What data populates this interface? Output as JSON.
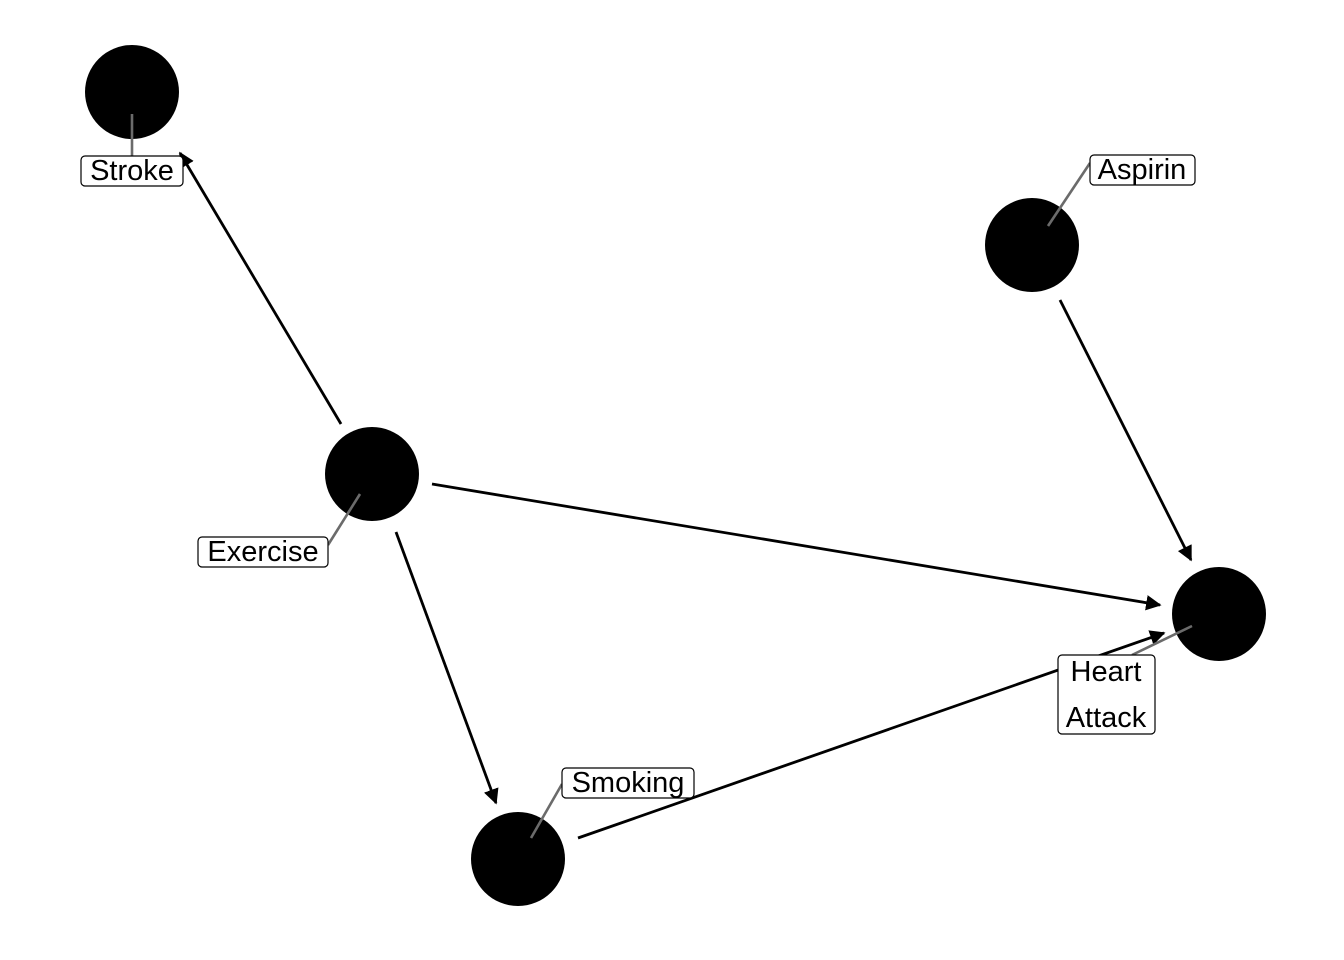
{
  "diagram": {
    "type": "directed-acyclic-graph",
    "colors": {
      "background": "#ffffff",
      "node": "#000000",
      "edge": "#000000",
      "label_border": "#000000",
      "leader_line": "#6b6b6b"
    },
    "nodes": [
      {
        "id": "stroke",
        "label": "Stroke"
      },
      {
        "id": "aspirin",
        "label": "Aspirin"
      },
      {
        "id": "exercise",
        "label": "Exercise"
      },
      {
        "id": "heart_attack",
        "label": "Heart Attack",
        "label_lines": [
          "Heart",
          "Attack"
        ]
      },
      {
        "id": "smoking",
        "label": "Smoking"
      }
    ],
    "edges": [
      {
        "from": "exercise",
        "to": "stroke"
      },
      {
        "from": "exercise",
        "to": "heart_attack"
      },
      {
        "from": "exercise",
        "to": "smoking"
      },
      {
        "from": "aspirin",
        "to": "heart_attack"
      },
      {
        "from": "smoking",
        "to": "heart_attack"
      }
    ]
  }
}
